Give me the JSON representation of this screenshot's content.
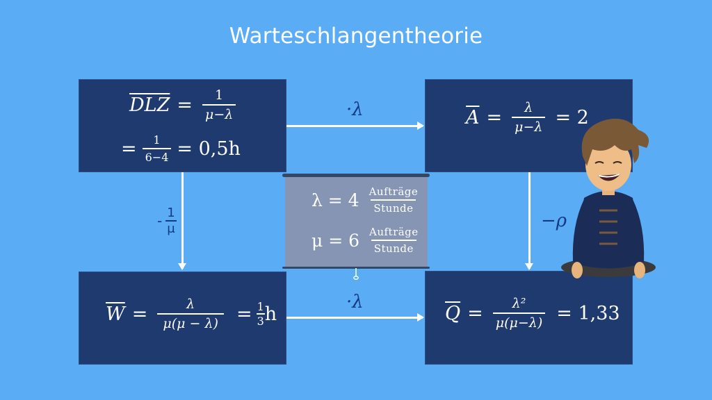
{
  "title": "Warteschlangentheorie",
  "colors": {
    "background": "#5aacf5",
    "box": "#1e3a6e",
    "panel": "#8595b3",
    "label": "#143a86"
  },
  "boxes": {
    "dlz": {
      "symbol": "DLZ",
      "eq1": "=",
      "num1": "1",
      "den1": "μ−λ",
      "eq2": "=",
      "num2": "1",
      "den2": "6−4",
      "result": "= 0,5h"
    },
    "a": {
      "symbol": "A",
      "eq": "=",
      "num": "λ",
      "den": "μ−λ",
      "result": "= 2"
    },
    "w": {
      "symbol": "W",
      "eq": "=",
      "num": "λ",
      "den": "μ(μ − λ)",
      "eq2": "=",
      "res_num": "1",
      "res_den": "3",
      "res_unit": "h"
    },
    "q": {
      "symbol": "Q",
      "eq": "=",
      "num": "λ²",
      "den": "μ(μ−λ)",
      "result": "= 1,33"
    }
  },
  "arrows": {
    "top": "·λ",
    "bottom": "·λ",
    "left_prefix": "-",
    "left_num": "1",
    "left_den": "μ",
    "right": "−ρ"
  },
  "panel": {
    "lambda": {
      "symbol": "λ = 4",
      "num": "Aufträge",
      "den": "Stunde"
    },
    "mu": {
      "symbol": "μ = 6",
      "num": "Aufträge",
      "den": "Stunde"
    }
  }
}
